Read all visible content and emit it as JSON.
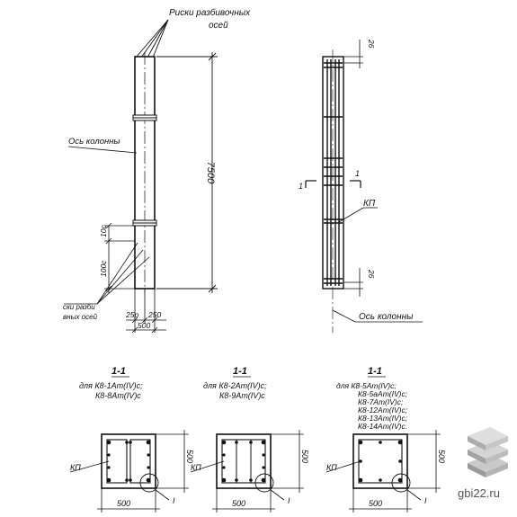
{
  "elevation": {
    "callout_marks_line1": "Риски разбивочных",
    "callout_marks_line2": "осей",
    "column_axis": "Ось колонны",
    "height_dim": "7500",
    "dim_10c": "10с",
    "dim_100c": "100с",
    "dim_25p": "25р",
    "dim_250": "250",
    "dim_500": "500",
    "bottom_marks_line1": "ски разби",
    "bottom_marks_line2": "вных осей"
  },
  "reinforcement": {
    "dim_top": "26",
    "dim_bottom": "26",
    "section_mark": "1",
    "frame_label": "КП",
    "column_axis": "Ось колонны"
  },
  "sections": [
    {
      "title": "1-1",
      "line1": "для К8-1Ат(ІV)с;",
      "line2": "К8-8Ат(ІV)с",
      "frame_label": "КП",
      "dim_width": "500",
      "dim_height": "500",
      "detail_mark": "І"
    },
    {
      "title": "1-1",
      "line1": "для К8-2Ат(ІV)с;",
      "line2": "К8-9Ат(ІV)с",
      "frame_label": "КП",
      "dim_width": "500",
      "dim_height": "500",
      "detail_mark": "І"
    },
    {
      "title": "1-1",
      "line1": "для К8-5Ат(ІV)с;",
      "line2": "К8-5аАт(ІV)с;",
      "line3": "К8-7Ат(ІV)с;",
      "line4": "К8-12Ат(ІV)с;",
      "line5": "К8-13Ат(ІV)с;",
      "line6": "К8-14Ат(ІV)с.",
      "frame_label": "КП",
      "dim_width": "500",
      "dim_height": "500",
      "detail_mark": "І"
    }
  ],
  "watermark": {
    "site": "gbi22.ru"
  }
}
